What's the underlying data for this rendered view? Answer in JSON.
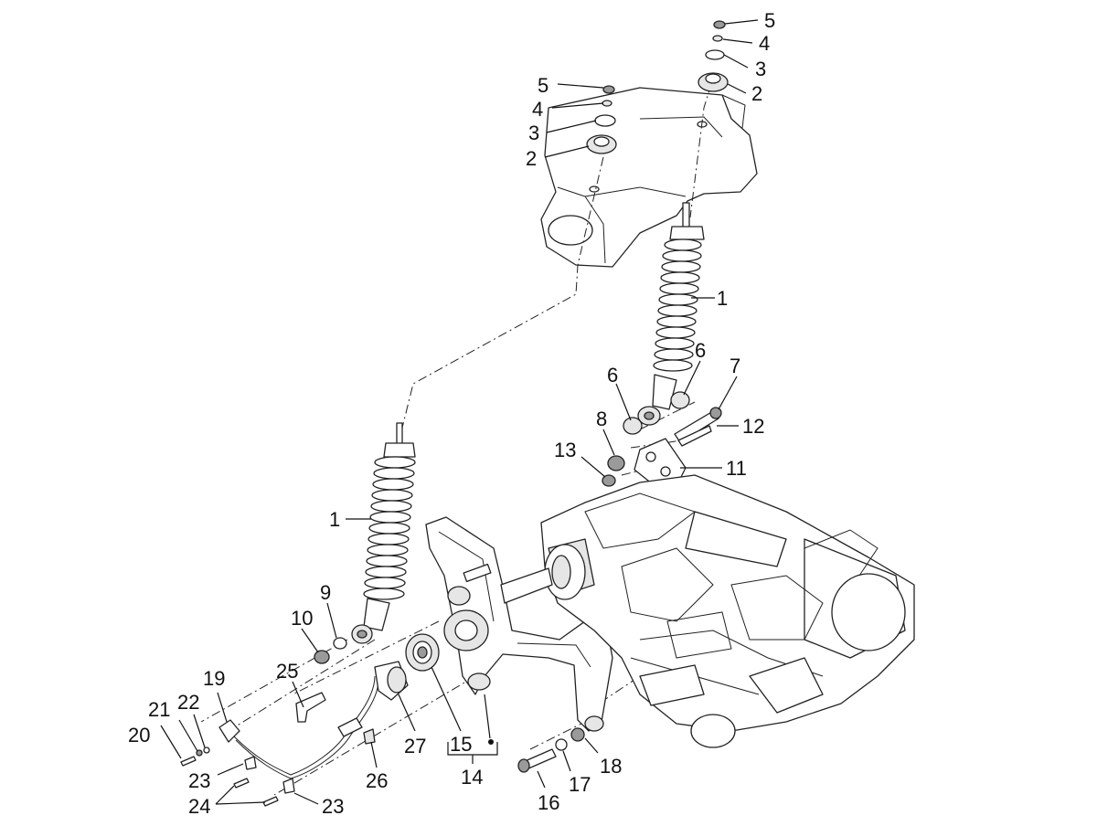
{
  "callouts": {
    "c1a": "1",
    "c1b": "1",
    "c2a": "2",
    "c2b": "2",
    "c3a": "3",
    "c3b": "3",
    "c4a": "4",
    "c4b": "4",
    "c5a": "5",
    "c5b": "5",
    "c6a": "6",
    "c6b": "6",
    "c7": "7",
    "c8": "8",
    "c9": "9",
    "c10": "10",
    "c11": "11",
    "c12": "12",
    "c13": "13",
    "c14": "14",
    "c15": "15",
    "c16": "16",
    "c17": "17",
    "c18": "18",
    "c19": "19",
    "c20": "20",
    "c21": "21",
    "c22": "22",
    "c23a": "23",
    "c23b": "23",
    "c24": "24",
    "c25": "25",
    "c26": "26",
    "c27": "27"
  }
}
